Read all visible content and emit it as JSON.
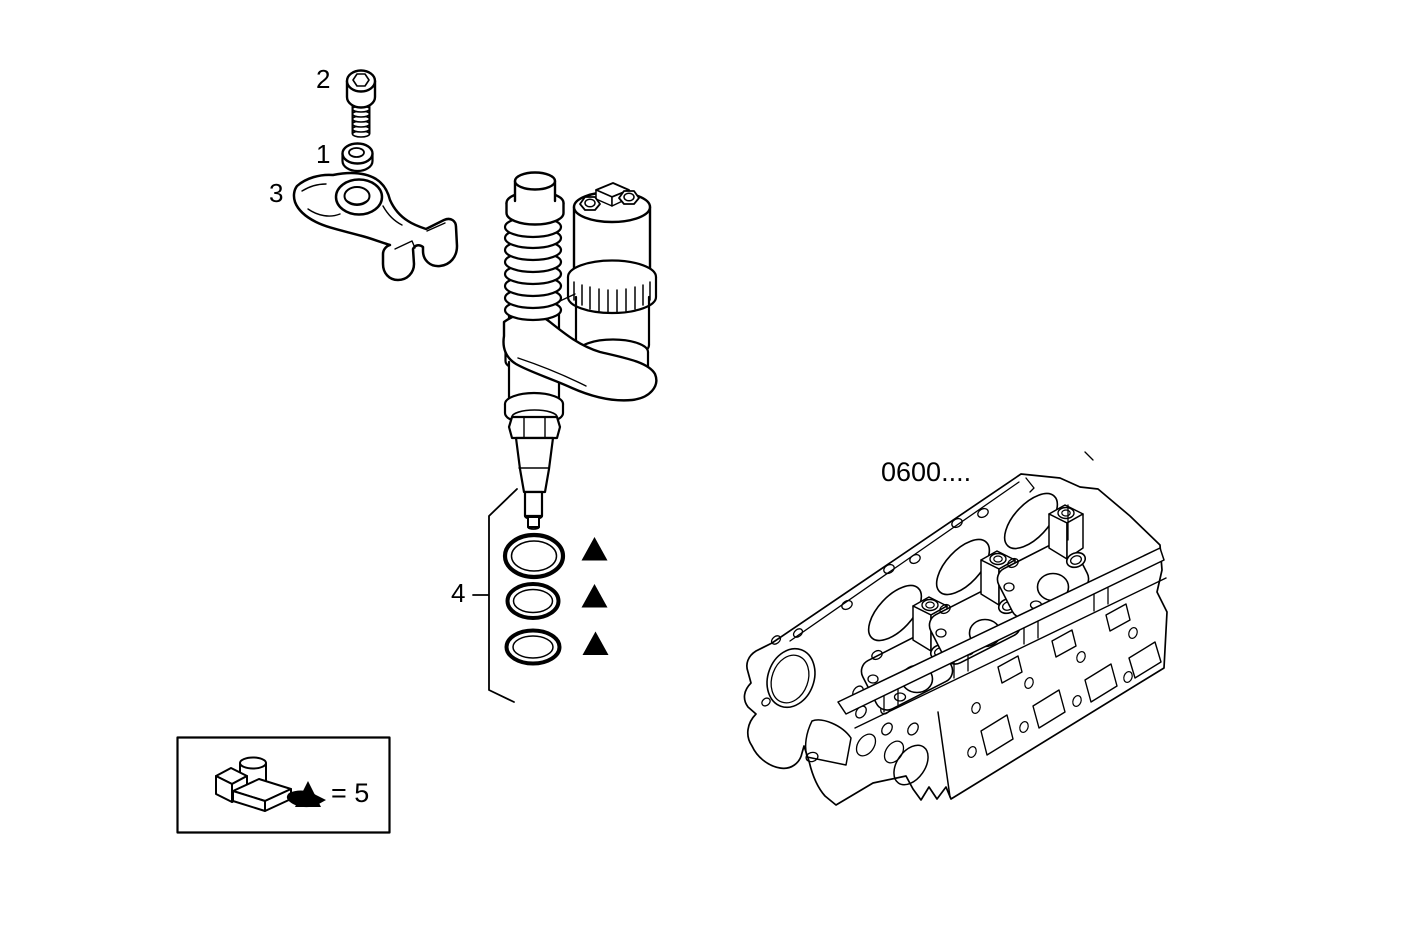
{
  "diagram": {
    "background_color": "#ffffff",
    "line_color": "#000000",
    "callouts": {
      "part1": "1",
      "part2": "2",
      "part3": "3",
      "part4": "4"
    },
    "reference_label": "0600....",
    "seal_markers": {
      "symbol": "▲",
      "count": 3
    },
    "legend": {
      "marker_symbol": "▲",
      "text": "= 5"
    }
  }
}
